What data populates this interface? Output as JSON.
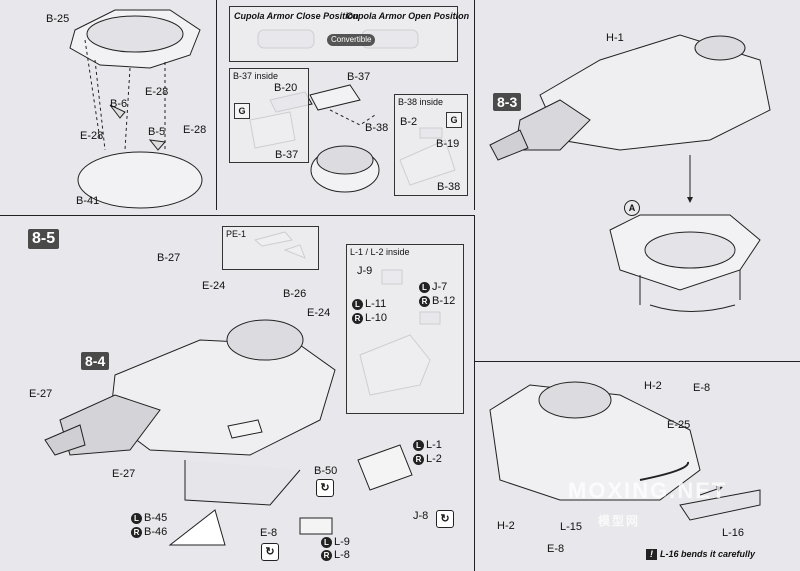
{
  "cupola_panel": {
    "close_title": "Cupola Armor Close Position",
    "open_title": "Cupola Armor Open Position",
    "convertible": "Convertible"
  },
  "step_badges": {
    "s83": "8-3",
    "s84": "8-4",
    "s85": "8-5"
  },
  "sub_box_titles": {
    "b37_inside": "B-37 inside",
    "b38_inside": "B-38 inside",
    "l1_l2_inside": "L-1 / L-2 inside",
    "pe1": "PE-1"
  },
  "circle_marker": "A",
  "icons": {
    "g": "G",
    "l": "L",
    "r": "R",
    "warn": "!"
  },
  "labels": {
    "b25": "B-25",
    "b6": "B-6",
    "e28a": "E-28",
    "e28b": "E-28",
    "b5": "B-5",
    "e28c": "E-28",
    "b41": "B-41",
    "b37a": "B-37",
    "b20": "B-20",
    "b37b": "B-37",
    "b38a": "B-38",
    "b2": "B-2",
    "b19": "B-19",
    "b38b": "B-38",
    "h1": "H-1",
    "b27": "B-27",
    "e24a": "E-24",
    "b26": "B-26",
    "e24b": "E-24",
    "e27a": "E-27",
    "e27b": "E-27",
    "b45": "B-45",
    "b46": "B-46",
    "e8a": "E-8",
    "b50": "B-50",
    "l9": "L-9",
    "l8": "L-8",
    "j9": "J-9",
    "j7": "J-7",
    "b12": "B-12",
    "l11": "L-11",
    "l10": "L-10",
    "l1": "L-1",
    "l2": "L-2",
    "j8": "J-8",
    "h2a": "H-2",
    "e8b": "E-8",
    "e25": "E-25",
    "h2b": "H-2",
    "l15": "L-15",
    "e8c": "E-8",
    "l16": "L-16"
  },
  "warning_note": "L-16 bends it carefully",
  "watermark": {
    "main": "MOXING.NET",
    "sub": "模型网"
  },
  "colors": {
    "background": "#e8e8ec",
    "badge": "#4a4a4a",
    "line": "#222222"
  }
}
